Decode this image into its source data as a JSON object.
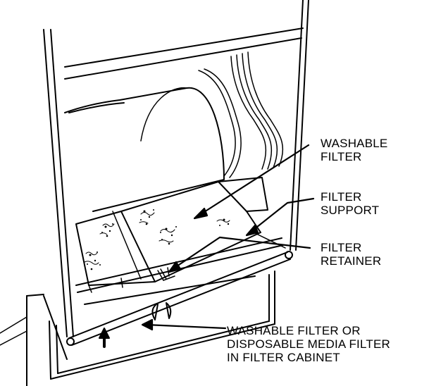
{
  "labels": {
    "washable_filter": [
      "WASHABLE",
      "FILTER"
    ],
    "filter_support": [
      "FILTER",
      "SUPPORT"
    ],
    "filter_retainer": [
      "FILTER",
      "RETAINER"
    ],
    "filter_cabinet": [
      "WASHABLE FILTER OR",
      "DISPOSABLE MEDIA FILTER",
      "IN FILTER CABINET"
    ]
  },
  "colors": {
    "line": "#000000",
    "background": "#ffffff"
  }
}
